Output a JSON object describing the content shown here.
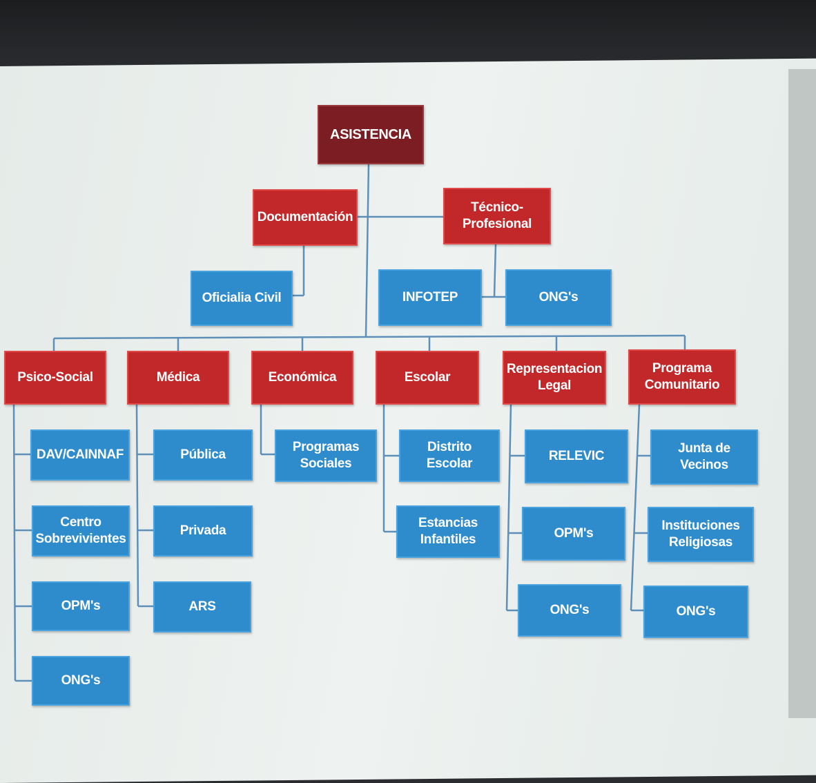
{
  "root": "ASISTENCIA",
  "upper_branches": {
    "documentacion": {
      "label": "Documentación",
      "children": [
        "Oficialia Civil"
      ]
    },
    "tecnico": {
      "label": "Técnico-\nProfesional",
      "children": [
        "INFOTEP",
        "ONG's"
      ]
    }
  },
  "categories": [
    {
      "label": "Psico-Social",
      "children": [
        "DAV/CAINNAF",
        "Centro\nSobrevivientes",
        "OPM's",
        "ONG's"
      ]
    },
    {
      "label": "Médica",
      "children": [
        "Pública",
        "Privada",
        "ARS"
      ]
    },
    {
      "label": "Económica",
      "children": [
        "Programas\nSociales"
      ]
    },
    {
      "label": "Escolar",
      "children": [
        "Distrito Escolar",
        "Estancias\nInfantiles"
      ]
    },
    {
      "label": "Representacion\nLegal",
      "children": [
        "RELEVIC",
        "OPM's",
        "ONG's"
      ]
    },
    {
      "label": "Programa\nComunitario",
      "children": [
        "Junta de\nVecinos",
        "Instituciones\nReligiosas",
        "ONG's"
      ]
    }
  ],
  "colors": {
    "root": "#7b1d22",
    "category": "#c2282a",
    "item": "#2f8ccc",
    "connector": "#5d8fb8",
    "background": "#e9eeec"
  }
}
